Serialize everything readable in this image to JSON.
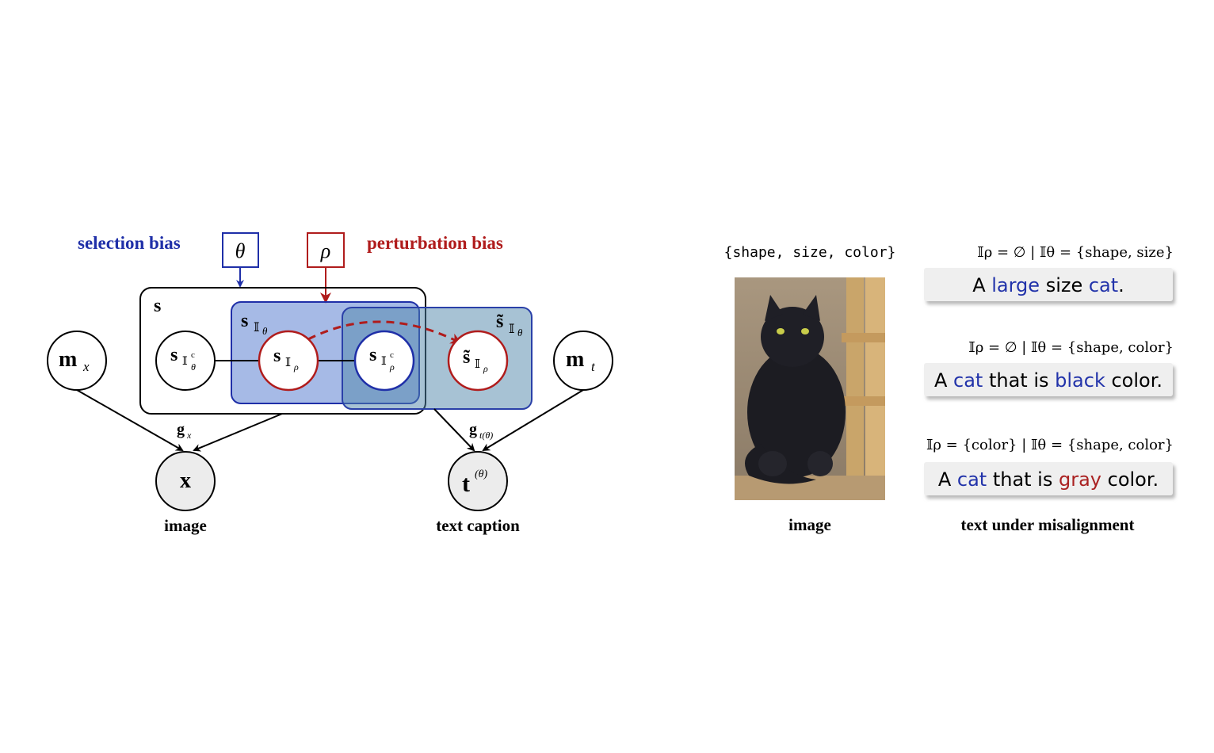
{
  "labels": {
    "selection_bias": "selection bias",
    "perturbation_bias": "perturbation bias",
    "theta_box": "θ",
    "rho_box": "ρ",
    "s_box": "s",
    "s_I_theta_sub": "𝕀",
    "s_I_theta_subsub": "θ",
    "s_tilde_I_theta_sub": "𝕀",
    "s_tilde_I_theta_subsub": "θ"
  },
  "nodes": {
    "m_x": {
      "main": "m",
      "sub": "x"
    },
    "m_t": {
      "main": "m",
      "sub": "t"
    },
    "s_I_theta_c": {
      "main": "s",
      "sub": "𝕀",
      "subsub": "θ",
      "sup": "c"
    },
    "s_I_rho": {
      "main": "s",
      "sub": "𝕀",
      "subsub": "ρ"
    },
    "s_I_rho_c": {
      "main": "s",
      "sub": "𝕀",
      "subsub": "ρ",
      "sup": "c"
    },
    "s_tilde_I_rho": {
      "main": "s̃",
      "sub": "𝕀",
      "subsub": "ρ"
    },
    "x": {
      "main": "x"
    },
    "t": {
      "main": "t",
      "sup": "(θ)"
    }
  },
  "edge_labels": {
    "g_x": {
      "main": "g",
      "sub": "x"
    },
    "g_t": {
      "main": "g",
      "sub": "t(θ)"
    }
  },
  "captions": {
    "left_image": "image",
    "left_text": "text caption",
    "right_image": "image",
    "right_text": "text under misalignment"
  },
  "right_panel": {
    "image_attrs": "{shape, size, color}",
    "examples": [
      {
        "condition": "𝕀ρ = ∅ | 𝕀θ = {shape, size}",
        "parts": [
          {
            "text": "A ",
            "color": "#000000"
          },
          {
            "text": "large",
            "color": "#2233aa"
          },
          {
            "text": " size ",
            "color": "#000000"
          },
          {
            "text": "cat",
            "color": "#2233aa"
          },
          {
            "text": ".",
            "color": "#000000"
          }
        ]
      },
      {
        "condition": "𝕀ρ = ∅ | 𝕀θ = {shape, color}",
        "parts": [
          {
            "text": "A ",
            "color": "#000000"
          },
          {
            "text": "cat",
            "color": "#2233aa"
          },
          {
            "text": " that is ",
            "color": "#000000"
          },
          {
            "text": "black",
            "color": "#2233aa"
          },
          {
            "text": " color.",
            "color": "#000000"
          }
        ]
      },
      {
        "condition": "𝕀ρ = {color} | 𝕀θ = {shape, color}",
        "parts": [
          {
            "text": "A ",
            "color": "#000000"
          },
          {
            "text": "cat",
            "color": "#2233aa"
          },
          {
            "text": " that is ",
            "color": "#000000"
          },
          {
            "text": "gray",
            "color": "#aa2222"
          },
          {
            "text": " color.",
            "color": "#000000"
          }
        ]
      }
    ]
  },
  "colors": {
    "blue": "#1f2fa8",
    "red": "#b01c1c",
    "blue_fill": "#6f8fd6",
    "teal_fill": "#6b9cb8",
    "node_fill_gray": "#ececec"
  }
}
